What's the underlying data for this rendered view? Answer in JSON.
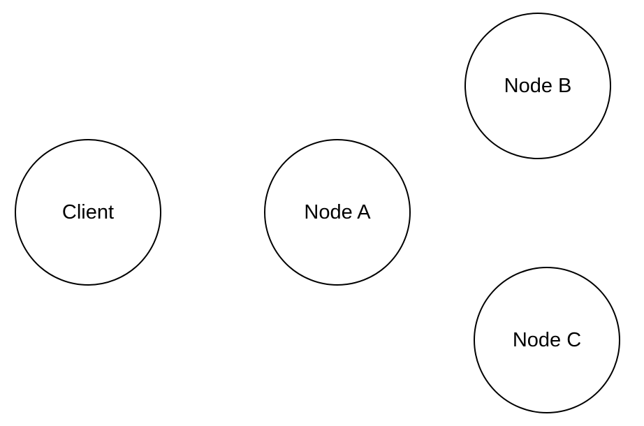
{
  "diagram": {
    "nodes": [
      {
        "id": "client",
        "label": "Client"
      },
      {
        "id": "a",
        "label": "Node A"
      },
      {
        "id": "b",
        "label": "Node B"
      },
      {
        "id": "c",
        "label": "Node C"
      }
    ],
    "colors": {
      "background": "#ffffff",
      "stroke": "#000000",
      "text": "#000000"
    }
  }
}
